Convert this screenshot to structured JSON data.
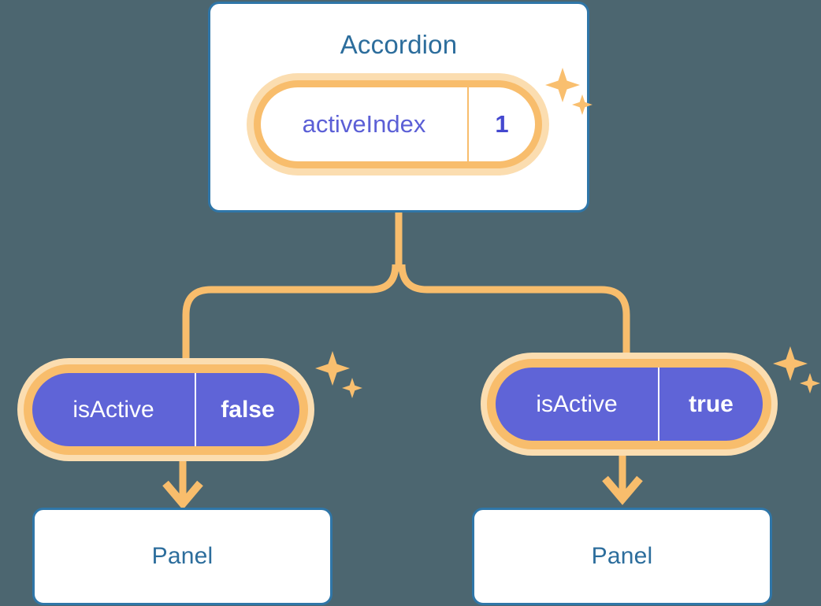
{
  "theme": {
    "background": "#4c6670",
    "card_border": "#2f76a8",
    "card_fill": "#ffffff",
    "title_text": "#2c6d9c",
    "pill_halo": "#fbddb0",
    "pill_ring": "#f8bd6c",
    "pill_purple_fill": "#5f64d7",
    "pill_key_text": "#5b5fd6",
    "pill_value_text": "#4448cf",
    "connector": "#f8bd6c",
    "sparkle": "#f9bf6f"
  },
  "diagram": {
    "root": {
      "title": "Accordion",
      "state": {
        "key": "activeIndex",
        "value": "1"
      },
      "sparkles_icon": "sparkles-icon"
    },
    "children": [
      {
        "id": "left",
        "prop": {
          "key": "isActive",
          "value": "false"
        },
        "sparkles_icon": "sparkles-icon",
        "arrow_icon": "arrow-down-icon",
        "panel_title": "Panel"
      },
      {
        "id": "right",
        "prop": {
          "key": "isActive",
          "value": "true"
        },
        "sparkles_icon": "sparkles-icon",
        "arrow_icon": "arrow-down-icon",
        "panel_title": "Panel"
      }
    ]
  }
}
